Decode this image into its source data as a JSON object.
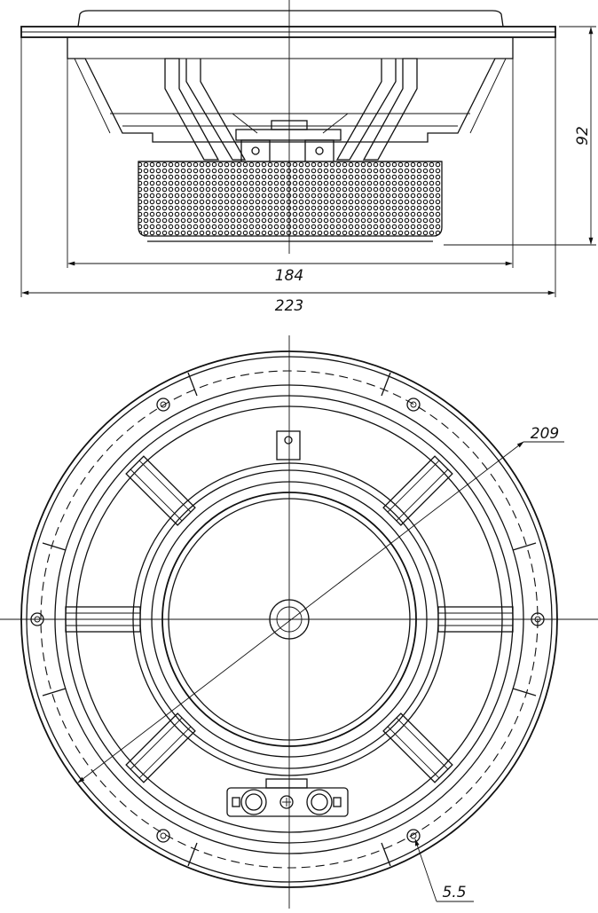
{
  "dimensions": {
    "overall_diameter": "223",
    "magnet_width": "184",
    "depth": "92",
    "bolt_circle": "209",
    "hole_diameter": "5.5"
  },
  "colors": {
    "ink": "#111111",
    "paper": "#ffffff"
  }
}
